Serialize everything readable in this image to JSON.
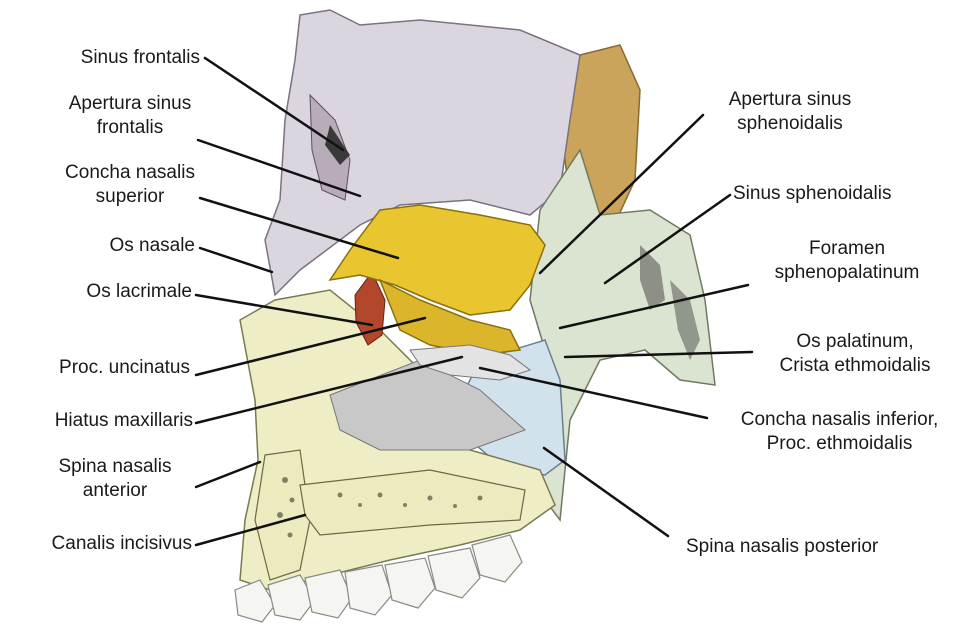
{
  "labels_left": {
    "sinus_frontalis": "Sinus frontalis",
    "apertura_sinus_frontalis": "Apertura sinus\nfrontalis",
    "concha_nasalis_superior": "Concha nasalis\nsuperior",
    "os_nasale": "Os nasale",
    "os_lacrimale": "Os lacrimale",
    "proc_uncinatus": "Proc. uncinatus",
    "hiatus_maxillaris": "Hiatus maxillaris",
    "spina_nasalis_anterior": "Spina nasalis\nanterior",
    "canalis_incisivus": "Canalis incisivus"
  },
  "labels_right": {
    "apertura_sinus_sphenoidalis": "Apertura sinus\nsphenoidalis",
    "sinus_sphenoidalis": "Sinus sphenoidalis",
    "foramen_sphenopalatinum": "Foramen\nsphenopalatinum",
    "os_palatinum": "Os palatinum,\nCrista ethmoidalis",
    "concha_nasalis_inferior": "Concha nasalis inferior,\nProc. ethmoidalis",
    "spina_nasalis_posterior": "Spina nasalis posterior"
  },
  "colors": {
    "frontal_bone": "#d9d4dc",
    "ethmoid_conchae": "#e8c632",
    "sphenoid": "#d9e2cf",
    "maxilla": "#ecebc2",
    "palatine": "#cfe0ea",
    "lacrimal": "#b2442a",
    "occipital": "#c8a25c",
    "teeth": "#f4f4f2"
  }
}
